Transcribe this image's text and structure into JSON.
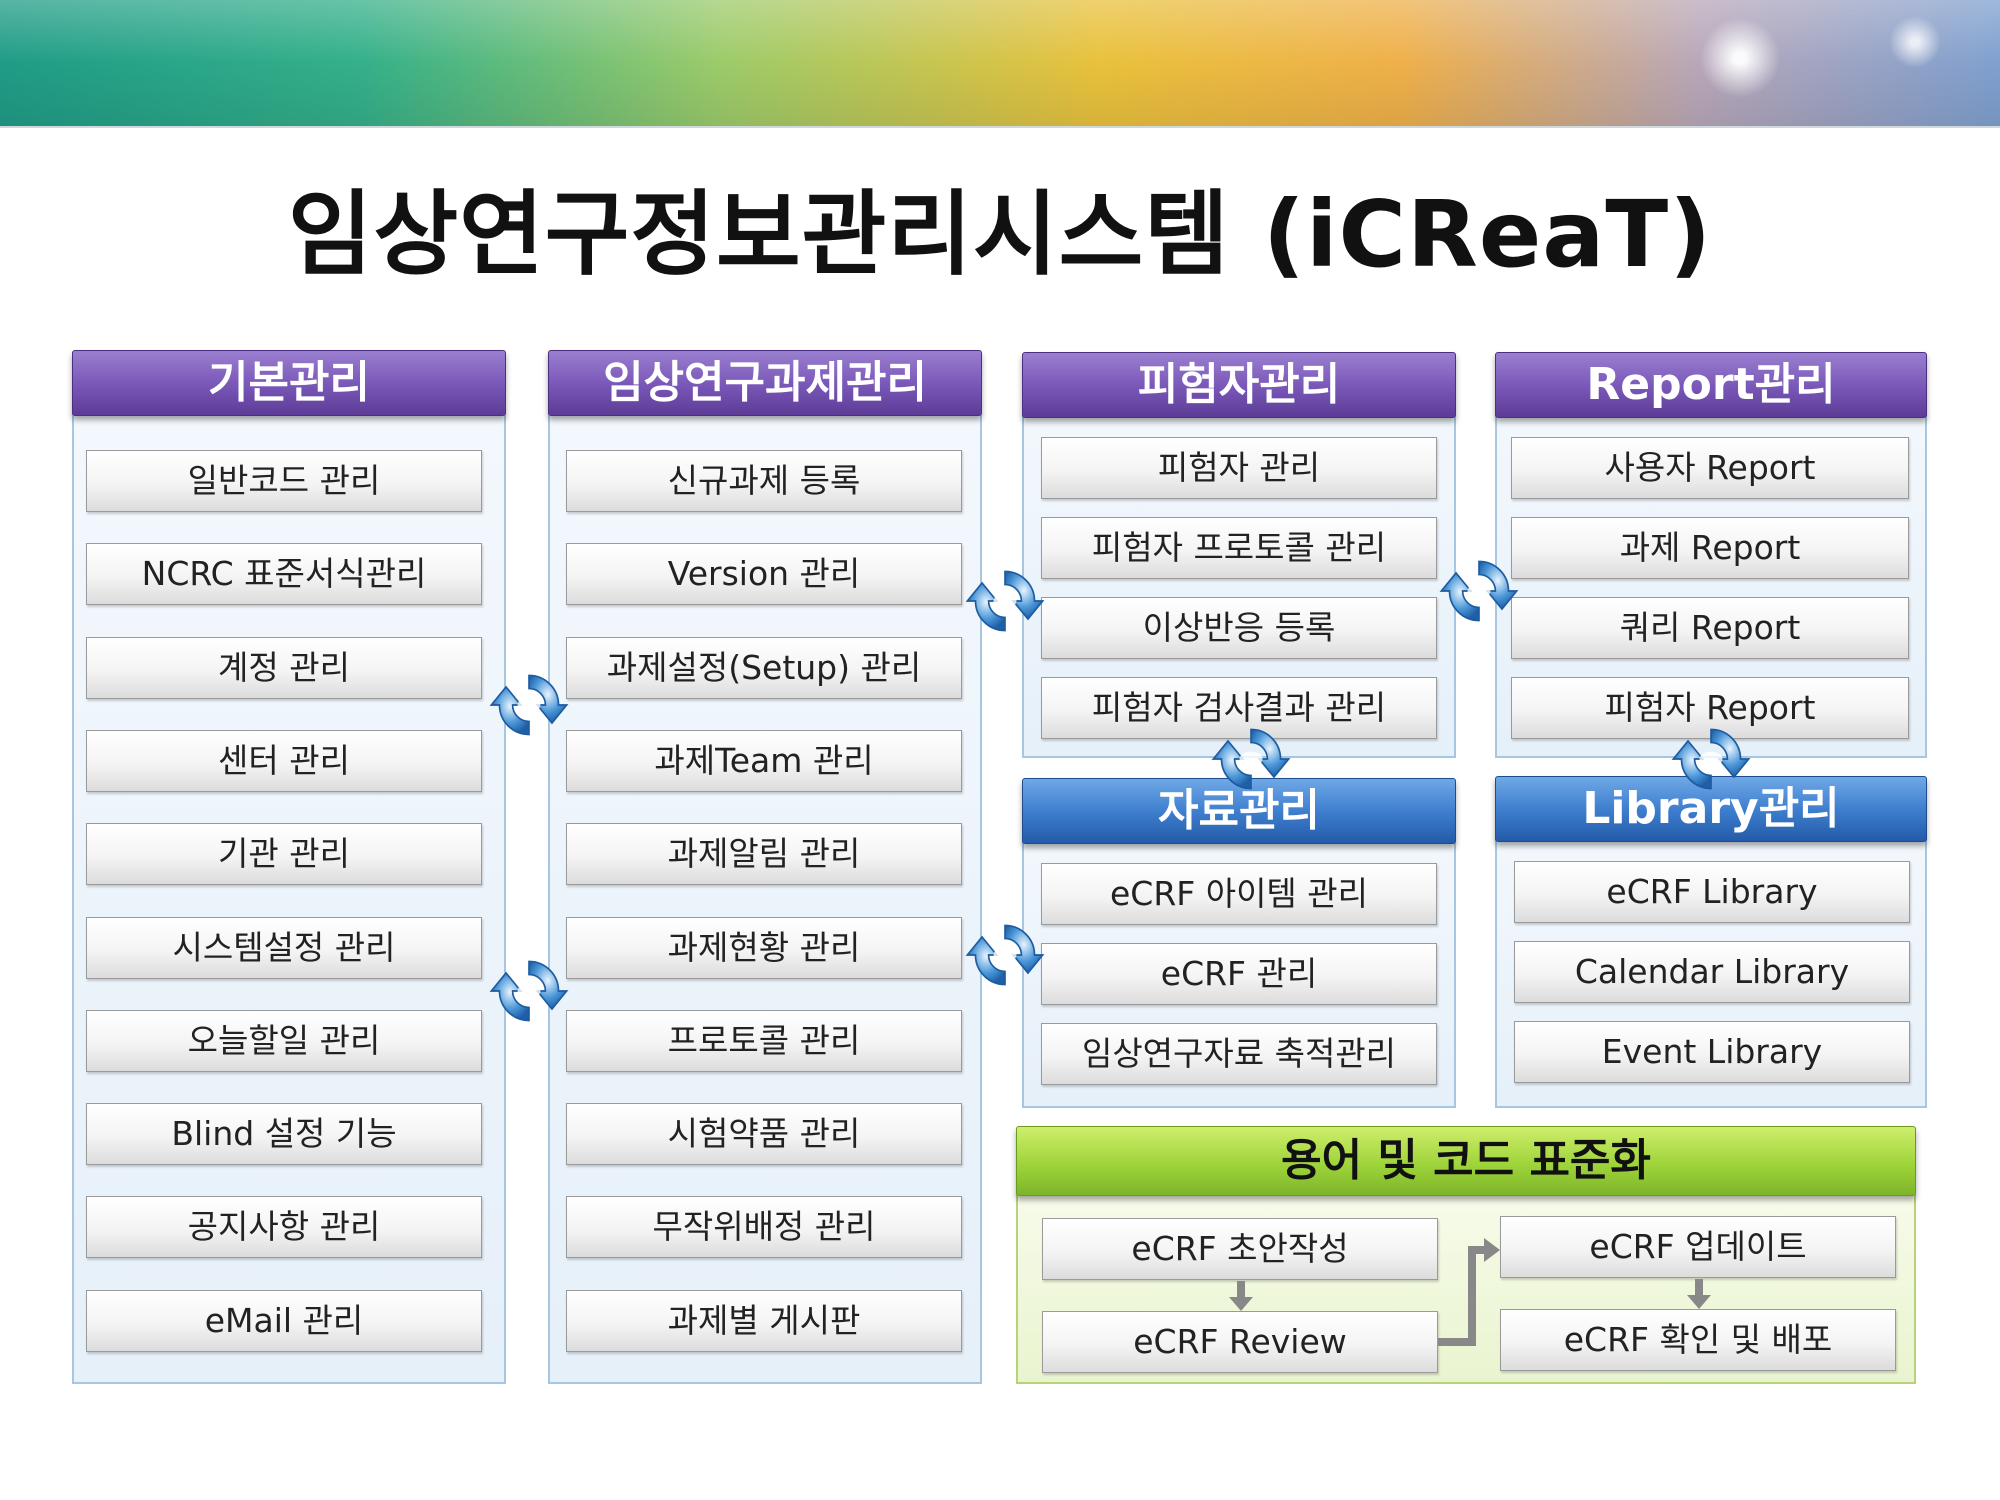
{
  "title": "임상연구정보관리시스템 (iCReaT)",
  "colors": {
    "purple_header": "#6b48a8",
    "blue_header": "#2f6cc0",
    "green_header": "#9fd43a",
    "panel_border": "#a7c6e2"
  },
  "modules": {
    "basic": {
      "header": "기본관리",
      "items": [
        "일반코드 관리",
        "NCRC 표준서식관리",
        "계정 관리",
        "센터 관리",
        "기관 관리",
        "시스템설정 관리",
        "오늘할일 관리",
        "Blind 설정 기능",
        "공지사항 관리",
        "eMail 관리"
      ]
    },
    "project": {
      "header": "임상연구과제관리",
      "items": [
        "신규과제 등록",
        "Version 관리",
        "과제설정(Setup) 관리",
        "과제Team 관리",
        "과제알림 관리",
        "과제현황 관리",
        "프로토콜 관리",
        "시험약품 관리",
        "무작위배정 관리",
        "과제별 게시판"
      ]
    },
    "subject": {
      "header": "피험자관리",
      "items": [
        "피험자 관리",
        "피험자 프로토콜 관리",
        "이상반응 등록",
        "피험자 검사결과 관리"
      ]
    },
    "report": {
      "header": "Report관리",
      "items": [
        "사용자 Report",
        "과제 Report",
        "쿼리 Report",
        "피험자 Report"
      ]
    },
    "data": {
      "header": "자료관리",
      "items": [
        "eCRF 아이템 관리",
        "eCRF 관리",
        "임상연구자료 축적관리"
      ]
    },
    "library": {
      "header": "Library관리",
      "items": [
        "eCRF Library",
        "Calendar Library",
        "Event Library"
      ]
    },
    "standard": {
      "header": "용어 및 코드 표준화",
      "items": [
        "eCRF 초안작성",
        "eCRF Review",
        "eCRF 업데이트",
        "eCRF 확인 및 배포"
      ]
    }
  },
  "icons": {
    "cycle": "cycle-arrows-icon",
    "arrow": "arrow-down-icon"
  }
}
